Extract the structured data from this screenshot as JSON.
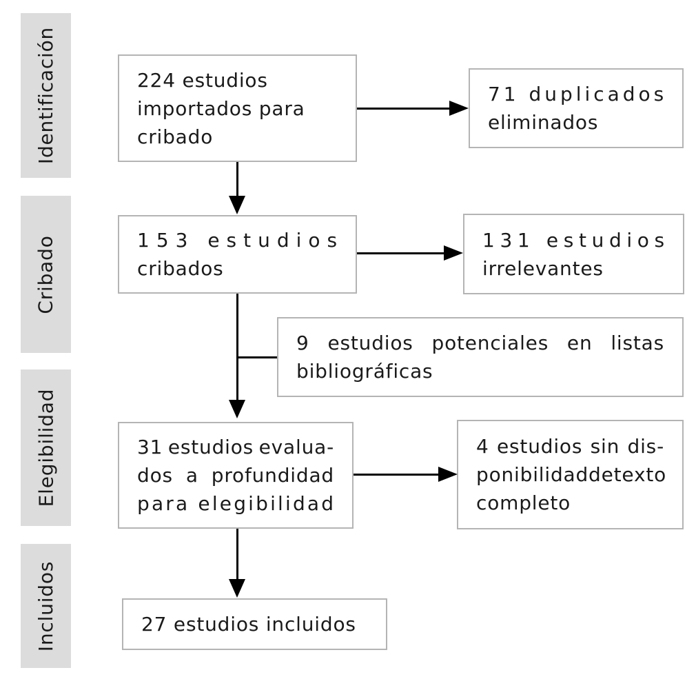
{
  "diagram": {
    "title": "PRISMA flow diagram (Spanish)",
    "stages": [
      {
        "label": "Identificación"
      },
      {
        "label": "Cribado"
      },
      {
        "label": "Elegibilidad"
      },
      {
        "label": "Incluidos"
      }
    ],
    "boxes": {
      "imported": {
        "count": 224,
        "lines": [
          "224 estudios",
          "importados para",
          "cribado"
        ]
      },
      "duplicates": {
        "count": 71,
        "lines": [
          "71 duplicados",
          "eliminados"
        ]
      },
      "screened": {
        "count": 153,
        "lines": [
          "153 estudios",
          "cribados"
        ]
      },
      "irrelevant": {
        "count": 131,
        "lines": [
          "131 estudios",
          "irrelevantes"
        ]
      },
      "potential": {
        "count": 9,
        "lines": [
          "9 estudios potenciales en listas",
          "bibliográficas"
        ]
      },
      "assessed": {
        "count": 31,
        "lines": [
          "31 estudios evalua-",
          "dos a profundidad",
          "para elegibilidad"
        ]
      },
      "no_fulltext": {
        "count": 4,
        "lines": [
          "4 estudios sin dis-",
          "ponibilidad de texto",
          "completo"
        ]
      },
      "included": {
        "count": 27,
        "lines": [
          "27 estudios incluidos"
        ]
      }
    },
    "colors": {
      "background": "#ffffff",
      "box_border": "#b4b4b4",
      "stage_background": "#dcdcdc",
      "text": "#1a1a1a",
      "connector": "#000000"
    }
  }
}
